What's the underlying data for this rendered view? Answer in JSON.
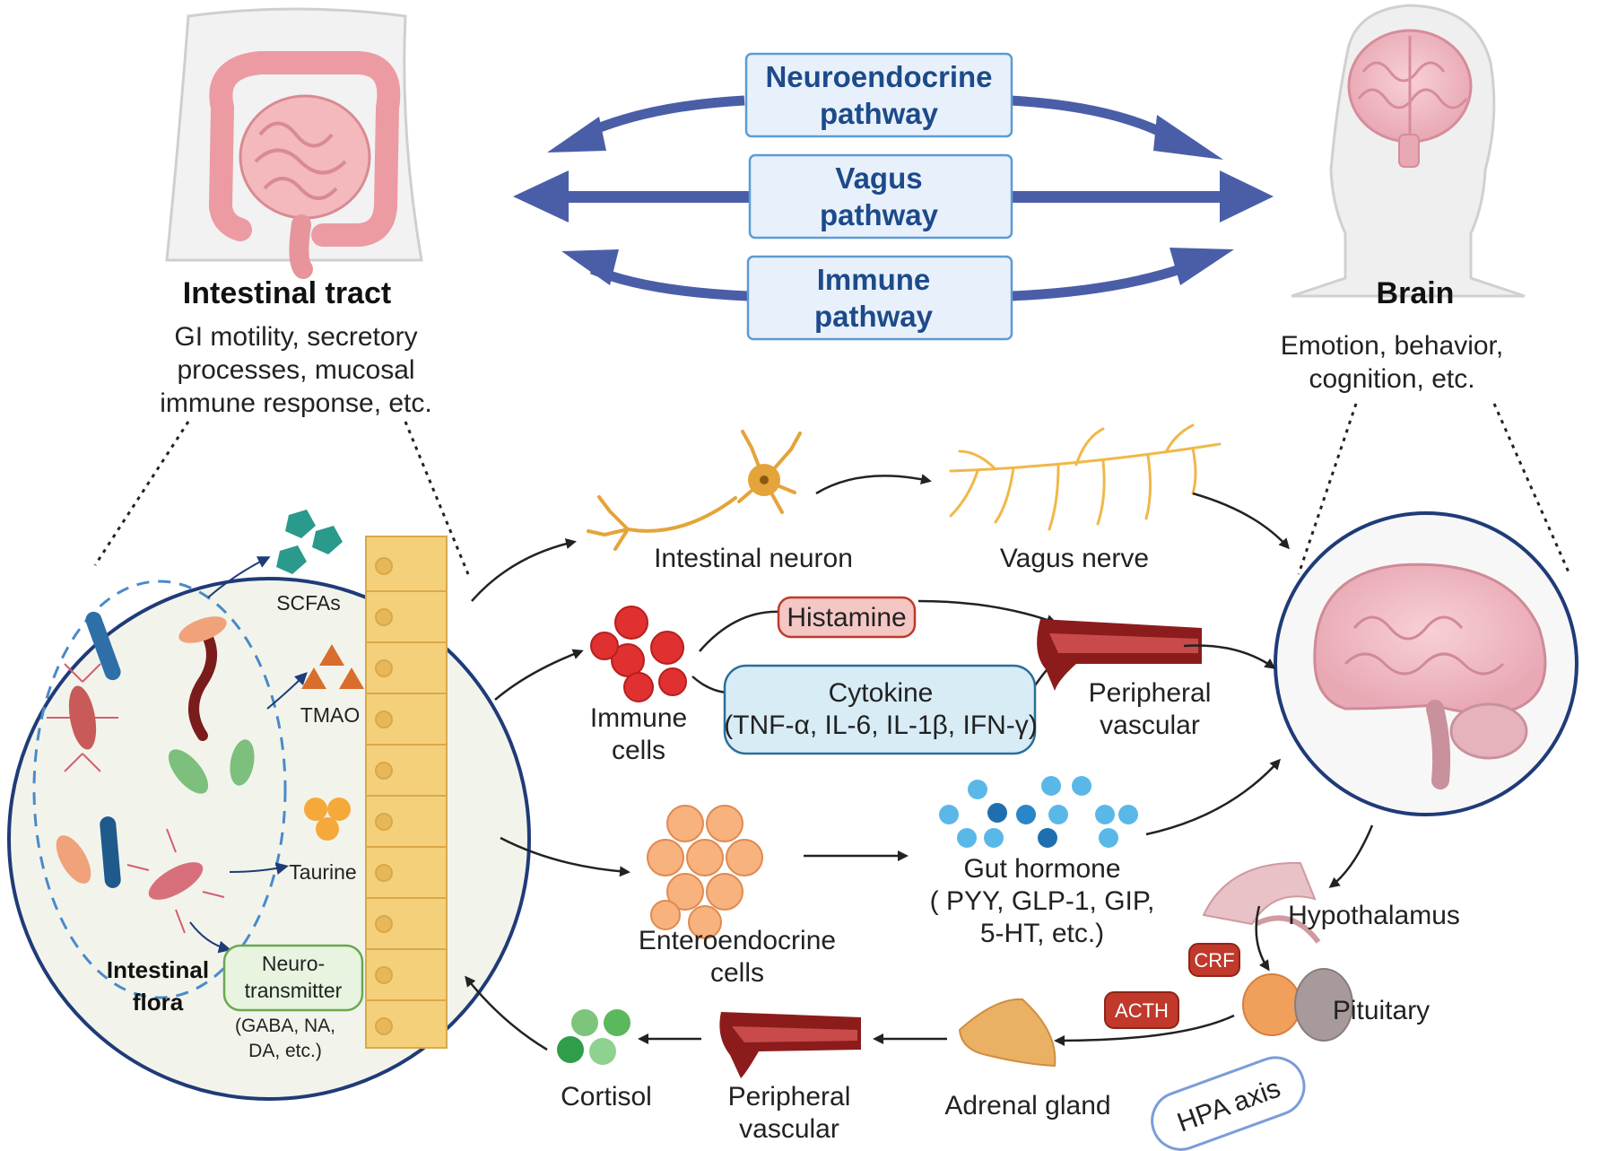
{
  "pathways": [
    {
      "line1": "Neuroendocrine",
      "line2": "pathway"
    },
    {
      "line1": "Vagus",
      "line2": "pathway"
    },
    {
      "line1": "Immune",
      "line2": "pathway"
    }
  ],
  "intestinal_tract": {
    "title": "Intestinal tract",
    "desc": [
      "GI motility,  secretory",
      "processes, mucosal",
      "immune response, etc."
    ]
  },
  "brain": {
    "title": "Brain",
    "desc": [
      "Emotion, behavior,",
      "cognition, etc."
    ]
  },
  "flora": {
    "label": [
      "Intestinal",
      "flora"
    ],
    "metabolites": [
      "SCFAs",
      "TMAO",
      "Taurine"
    ],
    "neurotransmitter_box": [
      "Neuro-",
      "transmitter"
    ],
    "neurotransmitter_examples": [
      "(GABA, NA,",
      "DA, etc.)"
    ]
  },
  "neural": {
    "intestinal_neuron": "Intestinal neuron",
    "vagus_nerve": "Vagus nerve"
  },
  "immune": {
    "immune_cells": [
      "Immune",
      "cells"
    ],
    "histamine": "Histamine",
    "cytokine_title": "Cytokine",
    "cytokine_list": "(TNF-α, IL-6, IL-1β, IFN-γ)",
    "peripheral_vascular": [
      "Peripheral",
      "vascular"
    ]
  },
  "endocrine": {
    "enteroendocrine": [
      "Enteroendocrine",
      "cells"
    ],
    "gut_hormone": [
      "Gut hormone",
      "( PYY, GLP-1, GIP,",
      "5-HT, etc.)"
    ]
  },
  "hpa": {
    "hypothalamus": "Hypothalamus",
    "crf": "CRF",
    "pituitary": "Pituitary",
    "acth": "ACTH",
    "adrenal": "Adrenal gland",
    "peripheral_vascular": [
      "Peripheral",
      "vascular"
    ],
    "cortisol": "Cortisol",
    "axis_label": "HPA axis"
  },
  "colors": {
    "pathway_arrow": "#4a5ea8",
    "pathway_box_fill": "#e8f1fb",
    "pathway_box_stroke": "#5c9bd5",
    "circle_stroke": "#1f3b78",
    "epithelium": "#f5d07a",
    "neuron": "#e4a43a",
    "rbc": "#e03030",
    "vessel": "#8c1c1c",
    "badge_red": "#c0392b",
    "enteroendocrine": "#f5a96b",
    "hormone": "#3aa0dc",
    "cortisol": "#5cb85c"
  }
}
